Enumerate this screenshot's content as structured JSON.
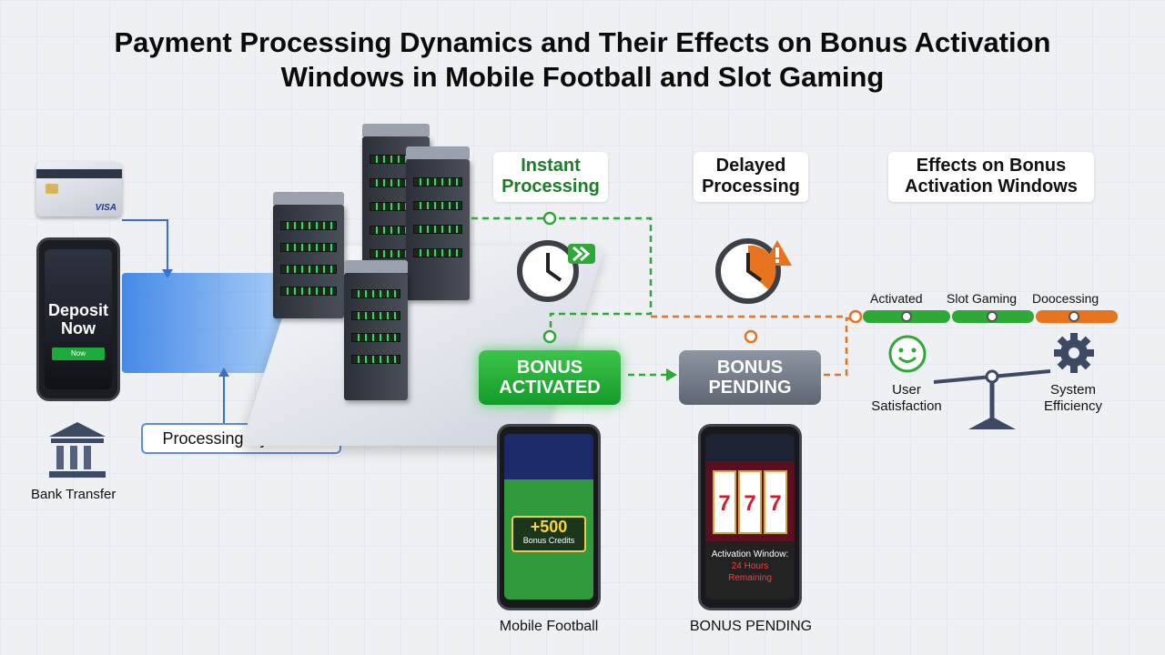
{
  "title": "Payment Processing Dynamics and Their Effects on Bonus Activation Windows in Mobile Football and Slot Gaming",
  "left": {
    "card_brand": "VISA",
    "phone_text": "Deposit Now",
    "phone_button": "Now",
    "bank_label": "Bank Transfer",
    "processing_label": "Processing Dynamics"
  },
  "headers": {
    "instant": "Instant Processing",
    "delayed": "Delayed Processing",
    "effects": "Effects on Bonus Activation Windows"
  },
  "bonus": {
    "activated": "BONUS ACTIVATED",
    "pending": "BONUS PENDING"
  },
  "football_phone": {
    "amount": "+500",
    "credits": "Bonus Credits",
    "caption": "Mobile Football"
  },
  "slot_phone": {
    "reels": [
      "7",
      "7",
      "7"
    ],
    "window_title": "Activation Window:",
    "window_remaining": "24 Hours Remaining",
    "caption": "BONUS PENDING"
  },
  "status": {
    "labels": [
      "Activated",
      "Slot Gaming",
      "Doocessing"
    ],
    "colors": [
      "#2ea836",
      "#2ea836",
      "#e8731e"
    ]
  },
  "metrics": {
    "satisfaction": "User Satisfaction",
    "efficiency": "System Efficiency"
  }
}
